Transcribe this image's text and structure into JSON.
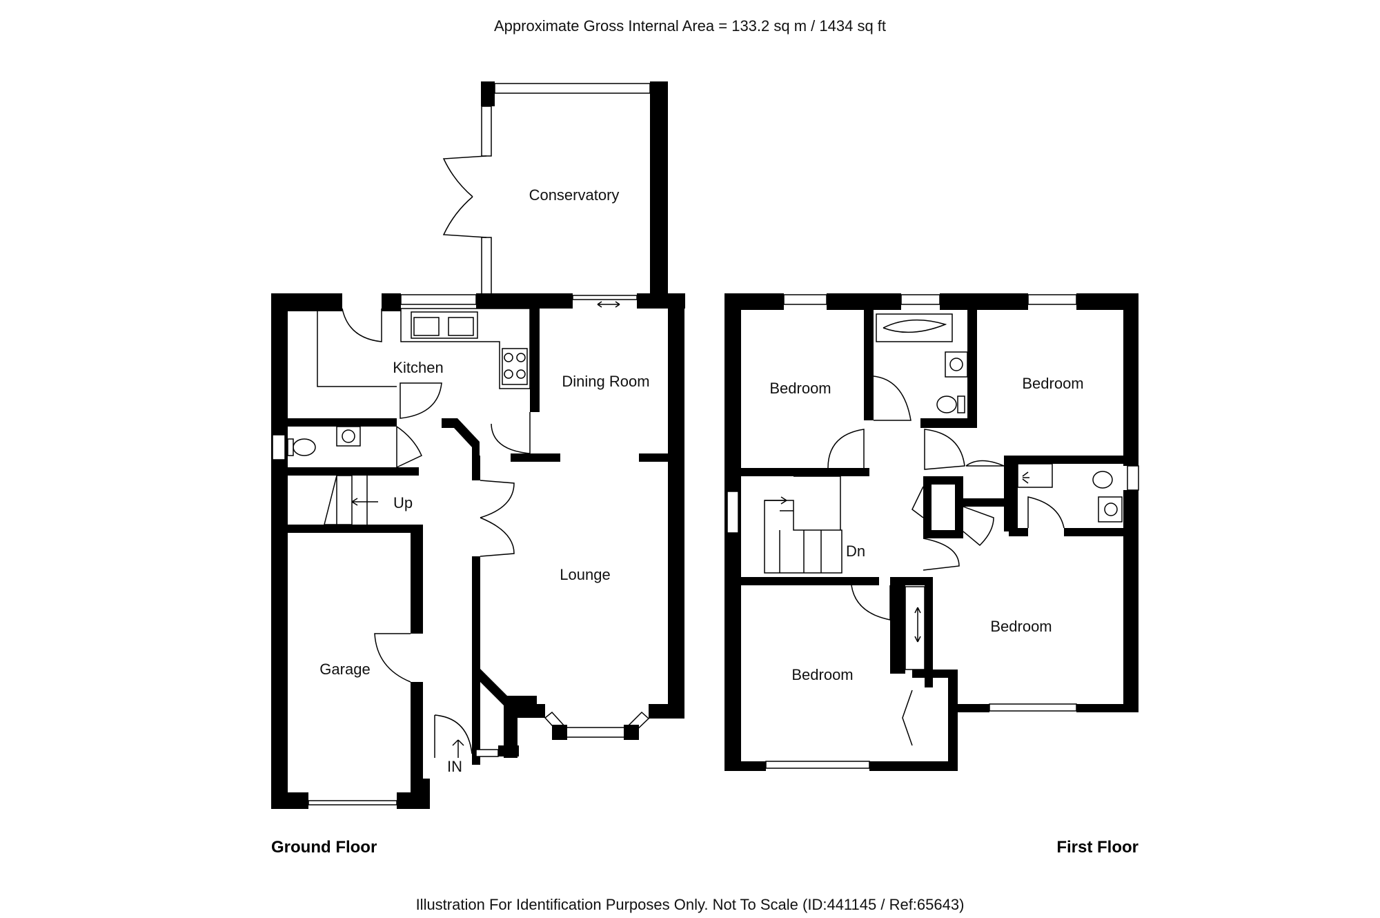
{
  "header": {
    "area_text": "Approximate Gross Internal Area = 133.2 sq m / 1434 sq ft"
  },
  "footer": {
    "disclaimer": "Illustration For Identification Purposes Only. Not To Scale (ID:441145 / Ref:65643)"
  },
  "ground_floor": {
    "title": "Ground Floor",
    "rooms": {
      "conservatory": "Conservatory",
      "kitchen": "Kitchen",
      "dining_room": "Dining Room",
      "lounge": "Lounge",
      "garage": "Garage"
    },
    "stairs_label": "Up",
    "entrance_label": "IN"
  },
  "first_floor": {
    "title": "First Floor",
    "rooms": {
      "bedroom_nw": "Bedroom",
      "bedroom_ne": "Bedroom",
      "bedroom_e": "Bedroom",
      "bedroom_sw": "Bedroom"
    },
    "stairs_label": "Dn"
  }
}
